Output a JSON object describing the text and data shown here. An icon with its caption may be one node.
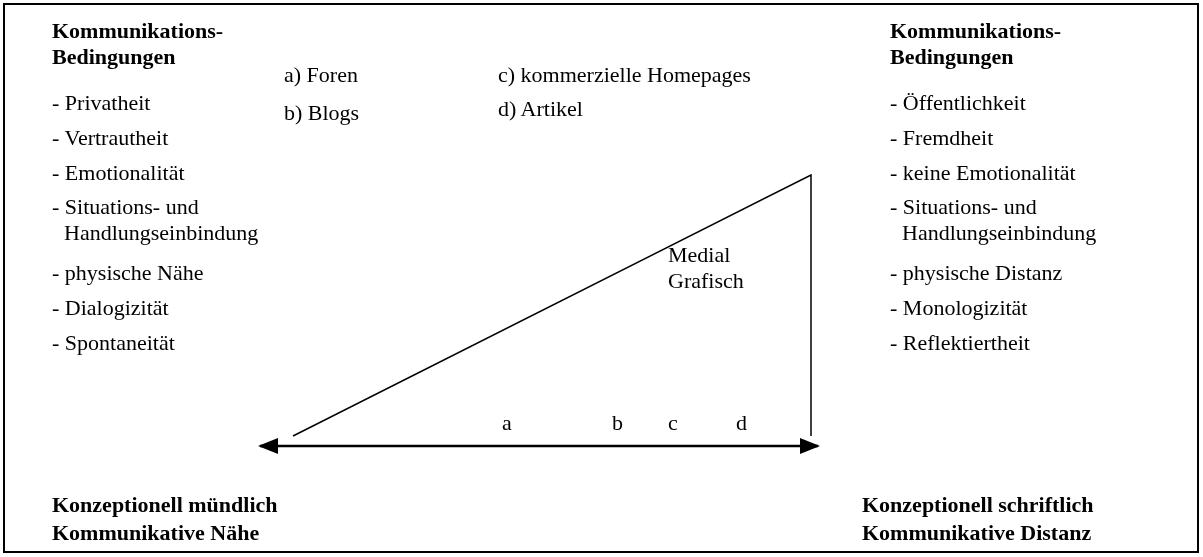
{
  "diagram": {
    "nodes": [
      {
        "text": [
          "Medial Grafisch"
        ]
      }
    ],
    "labels": [
      "Kommunikations- Bedingungen",
      "- Privatheit",
      "- Vertrautheit",
      "- Emotionalität",
      "- Situations- und Handlungseinbindung",
      "- physische Nähe",
      "- Dialogizität",
      "- Spontaneität",
      "a) Foren",
      "c) kommerzielle Homepages",
      "b) Blogs",
      "d) Artikel",
      "Kommunikations- Bedingungen",
      "- Öffentlichkeit",
      "- Fremdheit",
      "- keine Emotionalität",
      "- Situations- und Handlungseinbindung",
      "- physische Distanz",
      "- Monologizität",
      "- Reflektiertheit",
      "a",
      "b",
      "c",
      "d",
      "Konzeptionell mündlich",
      "Kommunikative Nähe",
      "Konzeptionell schriftlich",
      "Kommunikative Distanz"
    ]
  }
}
